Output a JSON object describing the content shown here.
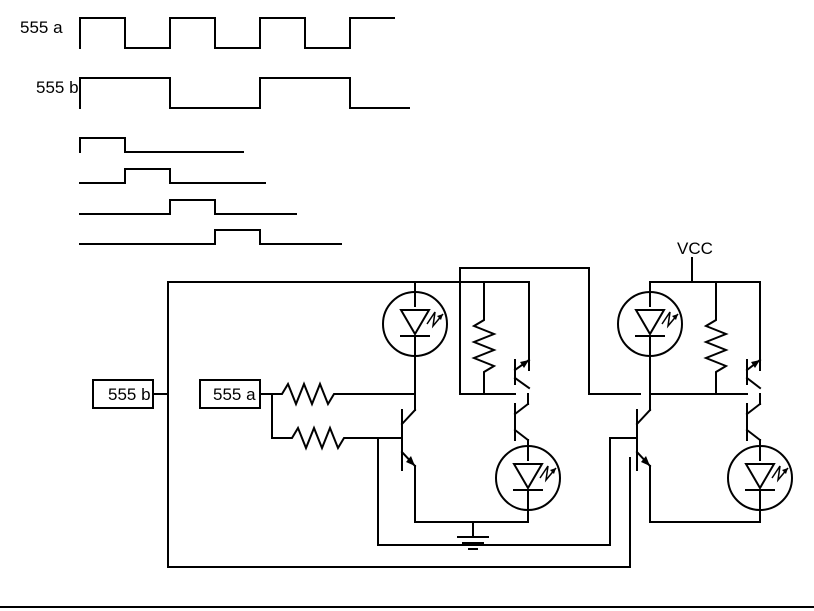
{
  "labels": {
    "timing_a": "555 a",
    "timing_b": "555 b",
    "vcc": "VCC",
    "box_b": "555 b",
    "box_a": "555 a"
  },
  "colors": {
    "line": "#000000",
    "background": "#ffffff"
  }
}
